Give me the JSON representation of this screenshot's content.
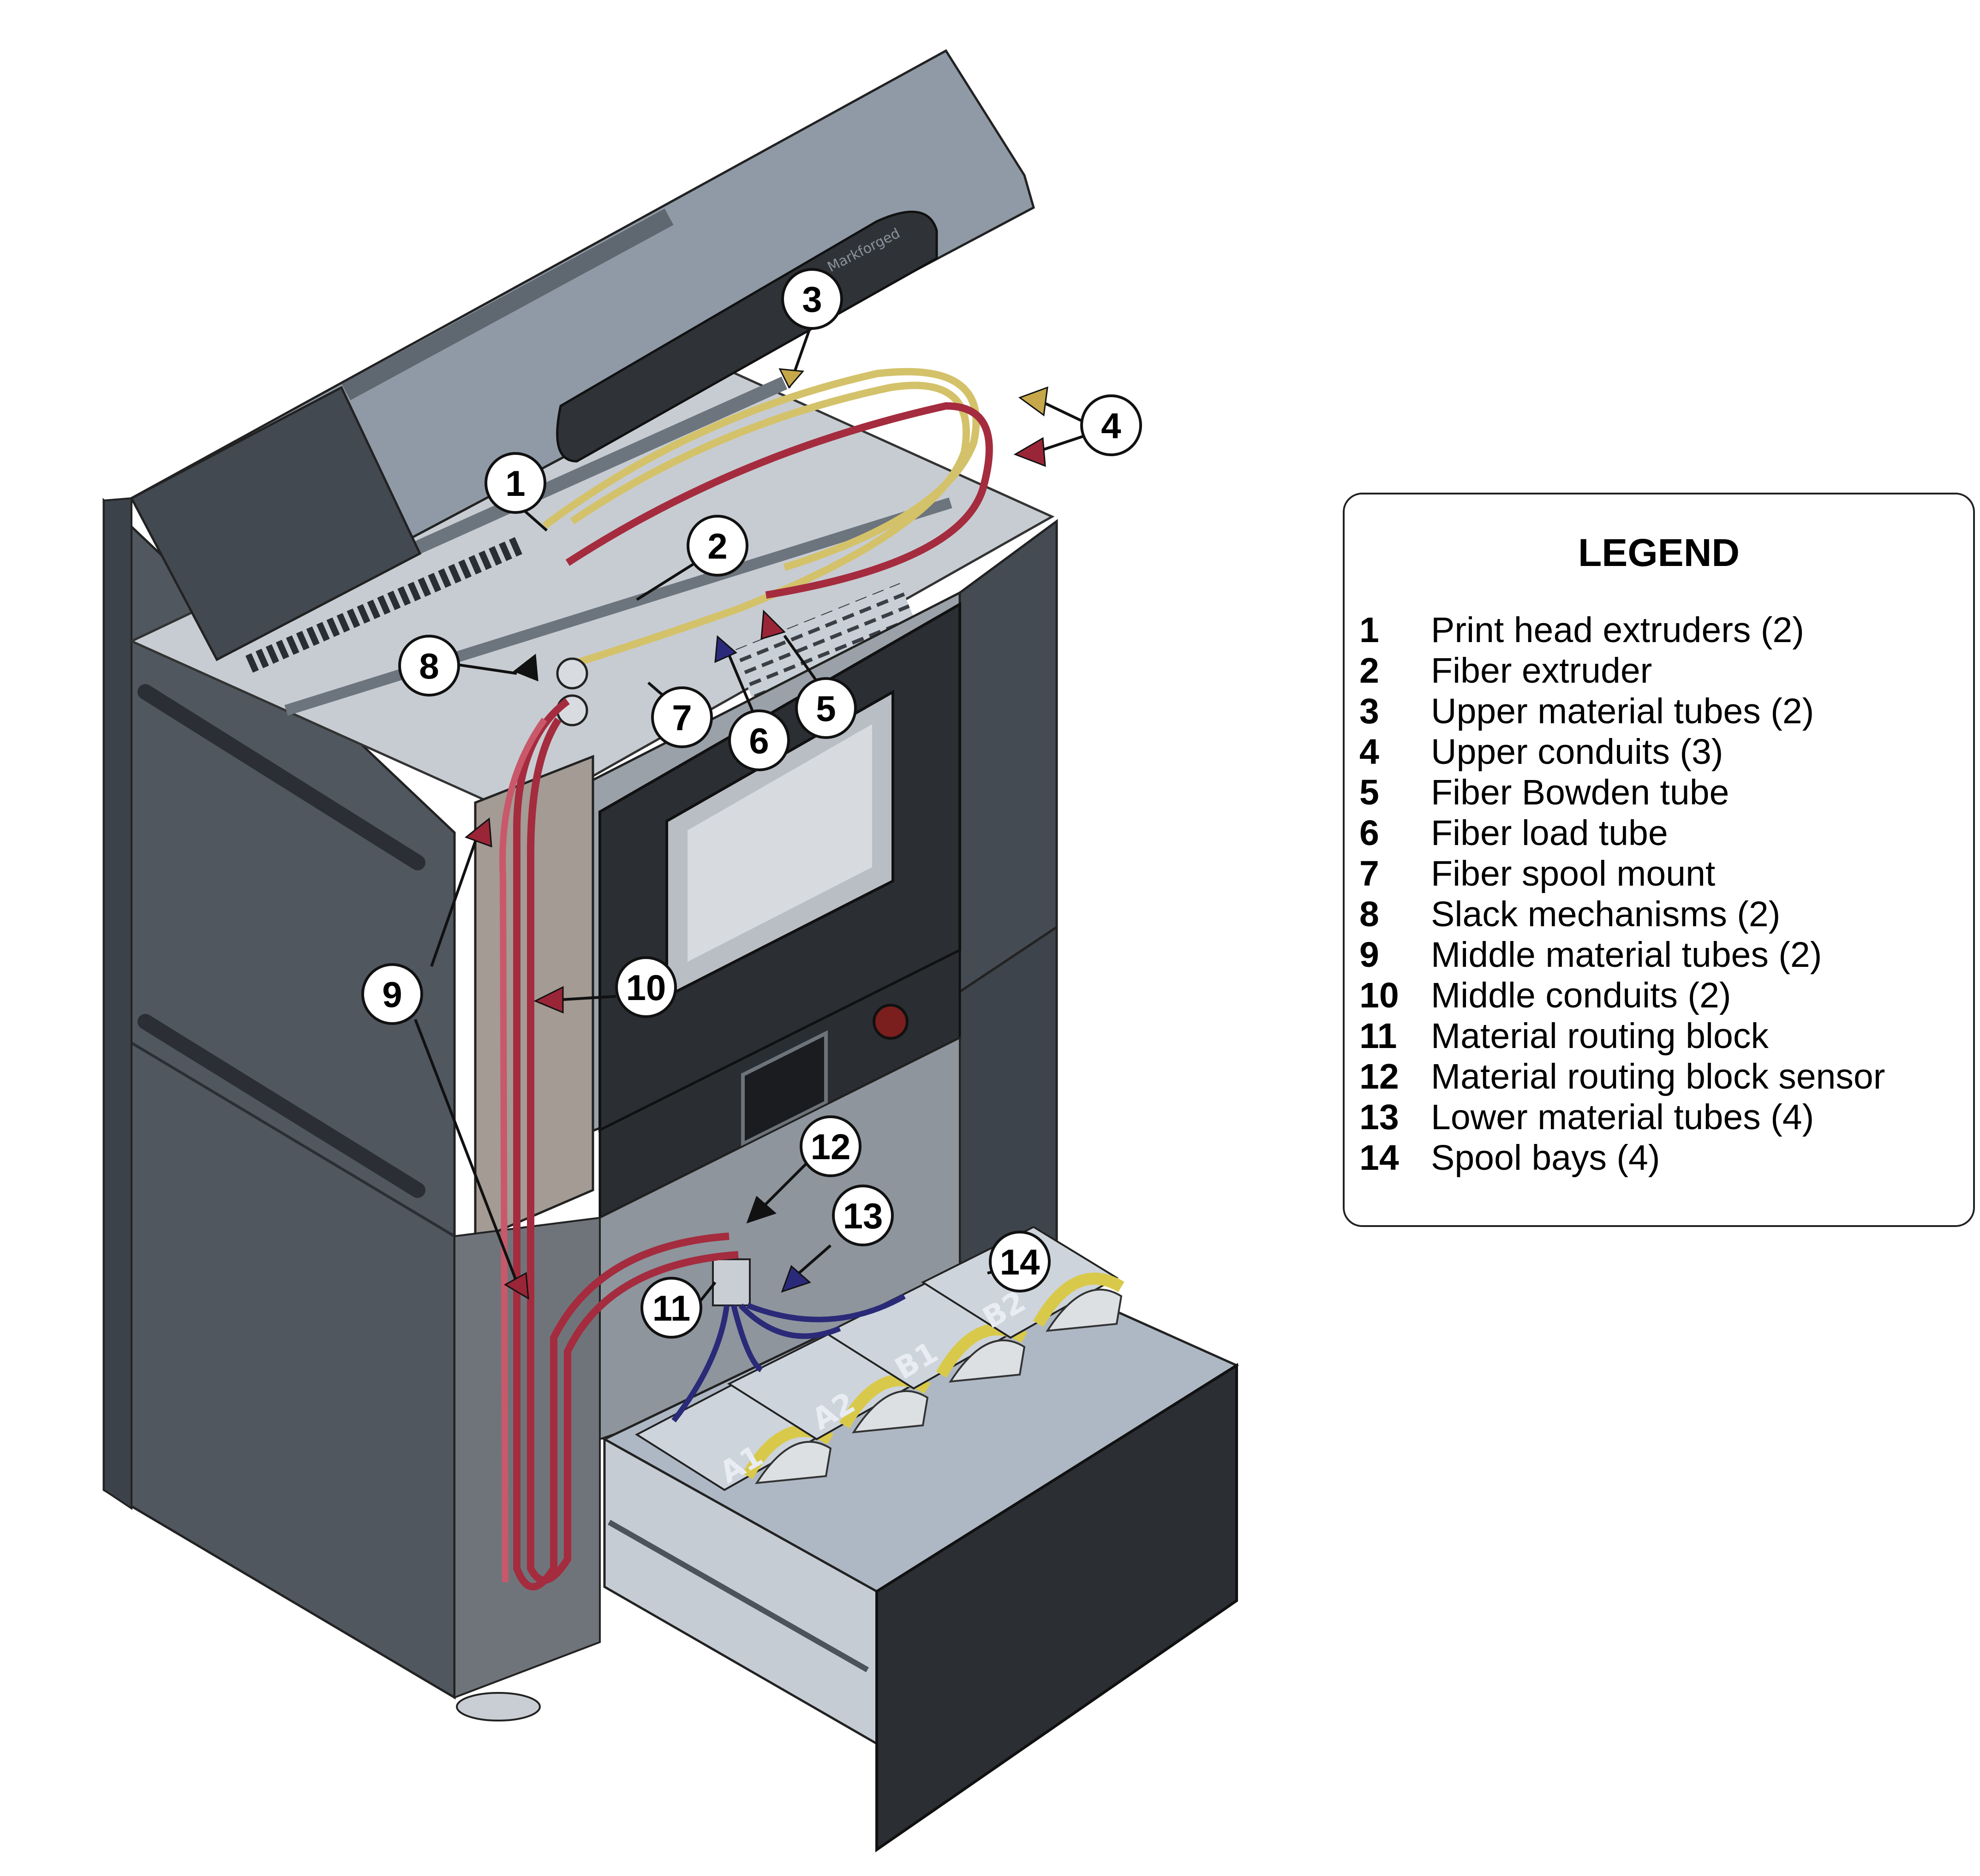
{
  "legend": {
    "title": "LEGEND",
    "items": [
      {
        "number": "1",
        "label": "Print head extruders (2)"
      },
      {
        "number": "2",
        "label": "Fiber extruder"
      },
      {
        "number": "3",
        "label": "Upper material tubes (2)"
      },
      {
        "number": "4",
        "label": "Upper conduits (3)"
      },
      {
        "number": "5",
        "label": "Fiber Bowden tube"
      },
      {
        "number": "6",
        "label": "Fiber load tube"
      },
      {
        "number": "7",
        "label": "Fiber spool mount"
      },
      {
        "number": "8",
        "label": "Slack mechanisms (2)"
      },
      {
        "number": "9",
        "label": "Middle material tubes (2)"
      },
      {
        "number": "10",
        "label": "Middle conduits (2)"
      },
      {
        "number": "11",
        "label": "Material routing block"
      },
      {
        "number": "12",
        "label": "Material routing block sensor"
      },
      {
        "number": "13",
        "label": "Lower material tubes (4)"
      },
      {
        "number": "14",
        "label": "Spool bays (4)"
      }
    ]
  },
  "callouts": [
    "1",
    "2",
    "3",
    "4",
    "5",
    "6",
    "7",
    "8",
    "9",
    "10",
    "11",
    "12",
    "13",
    "14"
  ],
  "spool_bays": [
    "A1",
    "A2",
    "B1",
    "B2"
  ],
  "printer_logo": "Markforged",
  "colors": {
    "cabinet": "#4c535c",
    "lid": "#8f9aa6",
    "material_tube": "#d4c26a",
    "conduit": "#a42c3e",
    "lower_tube": "#2a2a78",
    "arrow_red": "#9a2537",
    "arrow_yellow": "#c6a84a",
    "arrow_blue": "#2b2a7a",
    "arrow_black": "#111111"
  }
}
